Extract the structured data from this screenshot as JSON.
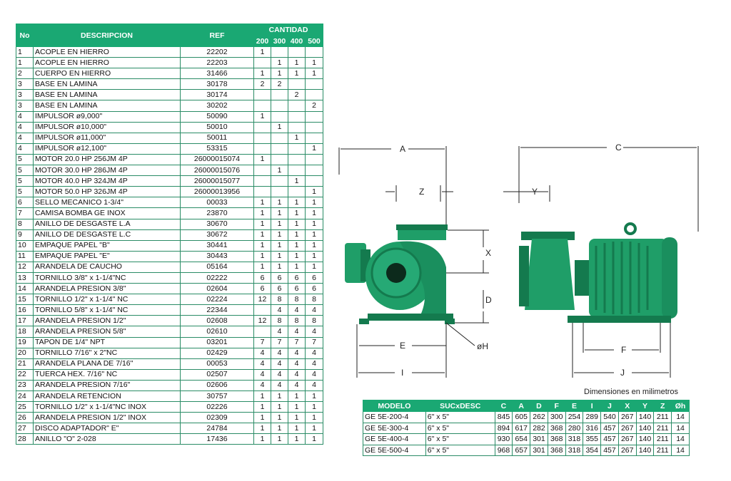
{
  "parts_table": {
    "headers": {
      "no": "No",
      "description": "DESCRIPCION",
      "ref": "REF",
      "quantity": "CANTIDAD",
      "sizes": [
        "200",
        "300",
        "400",
        "500"
      ]
    },
    "rows": [
      {
        "no": "1",
        "desc": "ACOPLE EN HIERRO",
        "ref": "22202",
        "q": [
          "1",
          "",
          "",
          ""
        ]
      },
      {
        "no": "1",
        "desc": "ACOPLE EN HIERRO",
        "ref": "22203",
        "q": [
          "",
          "1",
          "1",
          "1"
        ]
      },
      {
        "no": "2",
        "desc": "CUERPO EN HIERRO",
        "ref": "31466",
        "q": [
          "1",
          "1",
          "1",
          "1"
        ]
      },
      {
        "no": "3",
        "desc": "BASE EN LAMINA",
        "ref": "30178",
        "q": [
          "2",
          "2",
          "",
          ""
        ]
      },
      {
        "no": "3",
        "desc": "BASE EN LAMINA",
        "ref": "30174",
        "q": [
          "",
          "",
          "2",
          ""
        ]
      },
      {
        "no": "3",
        "desc": "BASE EN LAMINA",
        "ref": "30202",
        "q": [
          "",
          "",
          "",
          "2"
        ]
      },
      {
        "no": "4",
        "desc": "IMPULSOR  ø9,000\"",
        "ref": "50090",
        "q": [
          "1",
          "",
          "",
          ""
        ]
      },
      {
        "no": "4",
        "desc": "IMPULSOR  ø10,000\"",
        "ref": "50010",
        "q": [
          "",
          "1",
          "",
          ""
        ]
      },
      {
        "no": "4",
        "desc": "IMPULSOR  ø11,000\"",
        "ref": "50011",
        "q": [
          "",
          "",
          "1",
          ""
        ]
      },
      {
        "no": "4",
        "desc": "IMPULSOR  ø12,100\"",
        "ref": "53315",
        "q": [
          "",
          "",
          "",
          "1"
        ]
      },
      {
        "no": "5",
        "desc": "MOTOR 20.0 HP 256JM 4P",
        "ref": "26000015074",
        "q": [
          "1",
          "",
          "",
          ""
        ]
      },
      {
        "no": "5",
        "desc": "MOTOR 30.0 HP 286JM 4P",
        "ref": "26000015076",
        "q": [
          "",
          "1",
          "",
          ""
        ]
      },
      {
        "no": "5",
        "desc": "MOTOR 40.0 HP 324JM 4P",
        "ref": "26000015077",
        "q": [
          "",
          "",
          "1",
          ""
        ]
      },
      {
        "no": "5",
        "desc": "MOTOR 50.0 HP 326JM 4P",
        "ref": "26000013956",
        "q": [
          "",
          "",
          "",
          "1"
        ]
      },
      {
        "no": "6",
        "desc": "SELLO MECANICO 1-3/4\"",
        "ref": "00033",
        "q": [
          "1",
          "1",
          "1",
          "1"
        ]
      },
      {
        "no": "7",
        "desc": "CAMISA BOMBA GE INOX",
        "ref": "23870",
        "q": [
          "1",
          "1",
          "1",
          "1"
        ]
      },
      {
        "no": "8",
        "desc": "ANILLO DE DESGASTE L.A",
        "ref": "30670",
        "q": [
          "1",
          "1",
          "1",
          "1"
        ]
      },
      {
        "no": "9",
        "desc": "ANILLO DE DESGASTE L.C",
        "ref": "30672",
        "q": [
          "1",
          "1",
          "1",
          "1"
        ]
      },
      {
        "no": "10",
        "desc": "EMPAQUE PAPEL \"B\"",
        "ref": "30441",
        "q": [
          "1",
          "1",
          "1",
          "1"
        ]
      },
      {
        "no": "11",
        "desc": "EMPAQUE PAPEL \"E\"",
        "ref": "30443",
        "q": [
          "1",
          "1",
          "1",
          "1"
        ]
      },
      {
        "no": "12",
        "desc": "ARANDELA DE CAUCHO",
        "ref": "05164",
        "q": [
          "1",
          "1",
          "1",
          "1"
        ]
      },
      {
        "no": "13",
        "desc": "TORNILLO 3/8\" x 1-1/4\"NC",
        "ref": "02222",
        "q": [
          "6",
          "6",
          "6",
          "6"
        ]
      },
      {
        "no": "14",
        "desc": "ARANDELA PRESION 3/8\"",
        "ref": "02604",
        "q": [
          "6",
          "6",
          "6",
          "6"
        ]
      },
      {
        "no": "15",
        "desc": "TORNILLO 1/2\" x 1-1/4\" NC",
        "ref": "02224",
        "q": [
          "12",
          "8",
          "8",
          "8"
        ]
      },
      {
        "no": "16",
        "desc": "TORNILLO 5/8\" x 1-1/4\" NC",
        "ref": "22344",
        "q": [
          "",
          "4",
          "4",
          "4"
        ]
      },
      {
        "no": "17",
        "desc": "ARANDELA PRESION 1/2\"",
        "ref": "02608",
        "q": [
          "12",
          "8",
          "8",
          "8"
        ]
      },
      {
        "no": "18",
        "desc": "ARANDELA PRESION 5/8\"",
        "ref": "02610",
        "q": [
          "",
          "4",
          "4",
          "4"
        ]
      },
      {
        "no": "19",
        "desc": "TAPON DE 1/4\" NPT",
        "ref": "03201",
        "q": [
          "7",
          "7",
          "7",
          "7"
        ]
      },
      {
        "no": "20",
        "desc": "TORNILLO 7/16\" x 2\"NC",
        "ref": "02429",
        "q": [
          "4",
          "4",
          "4",
          "4"
        ]
      },
      {
        "no": "21",
        "desc": "ARANDELA PLANA DE 7/16\"",
        "ref": "00053",
        "q": [
          "4",
          "4",
          "4",
          "4"
        ]
      },
      {
        "no": "22",
        "desc": "TUERCA HEX. 7/16\" NC",
        "ref": "02507",
        "q": [
          "4",
          "4",
          "4",
          "4"
        ]
      },
      {
        "no": "23",
        "desc": "ARANDELA PRESION 7/16\"",
        "ref": "02606",
        "q": [
          "4",
          "4",
          "4",
          "4"
        ]
      },
      {
        "no": "24",
        "desc": "ARANDELA RETENCION",
        "ref": "30757",
        "q": [
          "1",
          "1",
          "1",
          "1"
        ]
      },
      {
        "no": "25",
        "desc": "TORNILLO 1/2\" x 1-1/4\"NC INOX",
        "ref": "02226",
        "q": [
          "1",
          "1",
          "1",
          "1"
        ]
      },
      {
        "no": "26",
        "desc": "ARANDELA PRESION 1/2\" INOX",
        "ref": "02309",
        "q": [
          "1",
          "1",
          "1",
          "1"
        ]
      },
      {
        "no": "27",
        "desc": "DISCO ADAPTADOR\" E\"",
        "ref": "24784",
        "q": [
          "1",
          "1",
          "1",
          "1"
        ]
      },
      {
        "no": "28",
        "desc": "ANILLO \"O\" 2-028",
        "ref": "17436",
        "q": [
          "1",
          "1",
          "1",
          "1"
        ]
      }
    ]
  },
  "dimensions": {
    "caption": "Dimensiones en milimetros",
    "headers": [
      "MODELO",
      "SUCxDESC",
      "C",
      "A",
      "D",
      "F",
      "E",
      "I",
      "J",
      "X",
      "Y",
      "Z",
      "Øh"
    ],
    "rows": [
      [
        "GE 5E-200-4",
        "6\" x 5\"",
        "845",
        "605",
        "262",
        "300",
        "254",
        "289",
        "540",
        "267",
        "140",
        "211",
        "14"
      ],
      [
        "GE 5E-300-4",
        "6\" x 5\"",
        "894",
        "617",
        "282",
        "368",
        "280",
        "316",
        "457",
        "267",
        "140",
        "211",
        "14"
      ],
      [
        "GE 5E-400-4",
        "6\" x 5\"",
        "930",
        "654",
        "301",
        "368",
        "318",
        "355",
        "457",
        "267",
        "140",
        "211",
        "14"
      ],
      [
        "GE 5E-500-4",
        "6\" x 5\"",
        "968",
        "657",
        "301",
        "368",
        "318",
        "354",
        "457",
        "267",
        "140",
        "211",
        "14"
      ]
    ]
  },
  "drawing": {
    "labels": {
      "a": "A",
      "c": "C",
      "z": "Z",
      "y": "Y",
      "x": "X",
      "d": "D",
      "e": "E",
      "f": "F",
      "i": "I",
      "j": "J",
      "h": "øH"
    }
  },
  "colors": {
    "header_green": "#1aa873",
    "pump_green": "#1f9e68",
    "pump_dark": "#147a4e"
  }
}
